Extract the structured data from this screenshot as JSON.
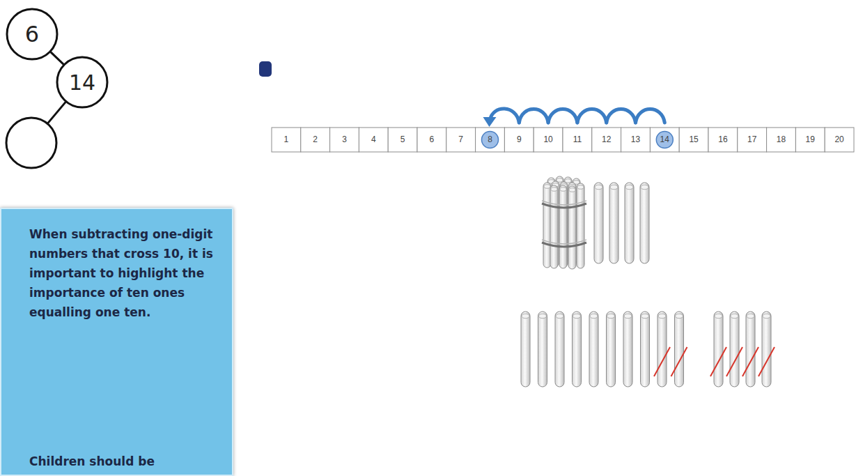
{
  "diagram": {
    "nodes": [
      {
        "text": [
          "6"
        ]
      },
      {
        "text": [
          "14"
        ]
      },
      {
        "text": []
      },
      {
        "text": [
          "When subtracting one-digit numbers that cross 10, it is important to highlight the importance of ten ones equalling one ten.",
          "Children should be"
        ]
      }
    ],
    "edges": [
      {
        "from": 1,
        "to": 0,
        "arrow": "none"
      },
      {
        "from": 1,
        "to": 2,
        "arrow": "none"
      }
    ],
    "labels": [
      "1",
      "2",
      "3",
      "4",
      "5",
      "6",
      "7",
      "8",
      "9",
      "10",
      "11",
      "12",
      "13",
      "14",
      "15",
      "16",
      "17",
      "18",
      "19",
      "20"
    ]
  }
}
